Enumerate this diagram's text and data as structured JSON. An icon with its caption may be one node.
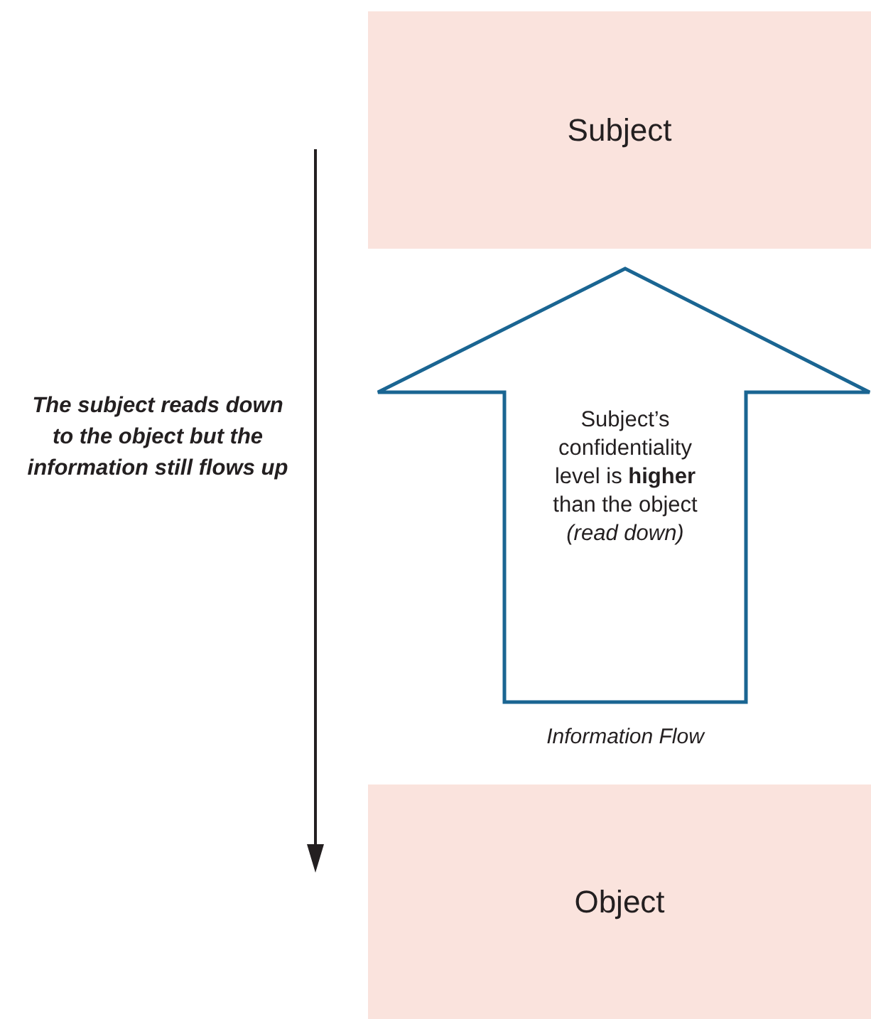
{
  "diagram": {
    "nodes": [
      {
        "text": [
          "Subject"
        ]
      },
      {
        "text": [
          "Subject’s confidentiality level is **higher** than the object *(read down)*"
        ],
        "beside": [
          "Information Flow"
        ]
      },
      {
        "text": [
          "Object"
        ]
      }
    ],
    "labels": [
      "The subject reads down to the object but the information still flows up"
    ]
  }
}
